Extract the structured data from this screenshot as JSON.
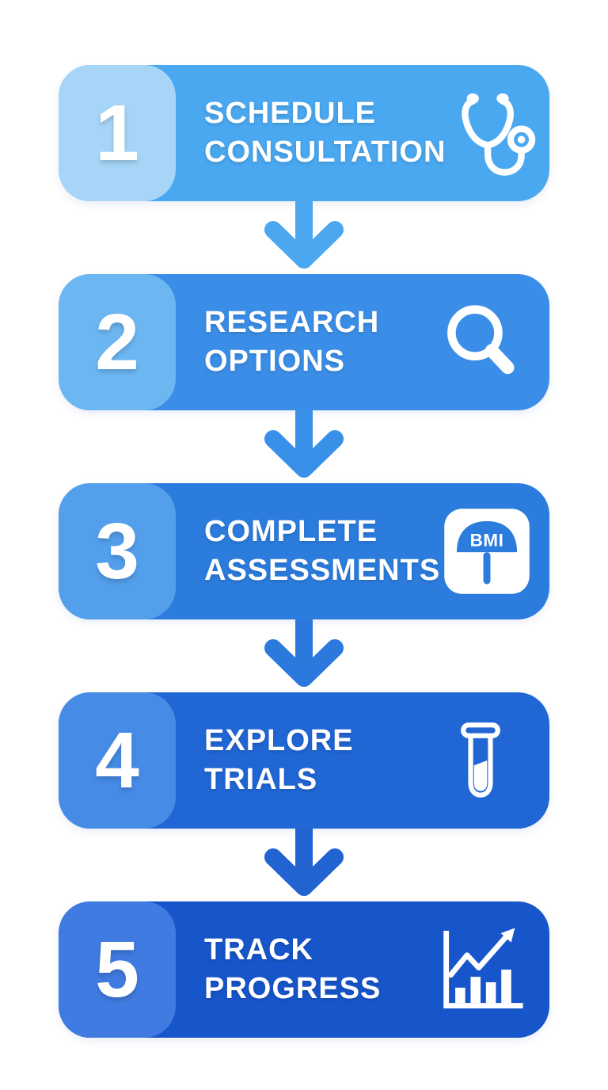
{
  "steps": [
    {
      "number": "1",
      "title_line1": "SCHEDULE",
      "title_line2": "CONSULTATION",
      "icon": "stethoscope-icon",
      "colors": {
        "card": "#4AA8F0",
        "tile": "#A6D5F7"
      }
    },
    {
      "number": "2",
      "title_line1": "RESEARCH",
      "title_line2": "OPTIONS",
      "icon": "magnifier-icon",
      "colors": {
        "card": "#3B8EE8",
        "tile": "#6CB6F2"
      }
    },
    {
      "number": "3",
      "title_line1": "COMPLETE",
      "title_line2": "ASSESSMENTS",
      "icon": "bmi-scale-icon",
      "icon_label": "BMI",
      "colors": {
        "card": "#2C7CDE",
        "tile": "#539FEC"
      }
    },
    {
      "number": "4",
      "title_line1": "EXPLORE",
      "title_line2": "TRIALS",
      "icon": "test-tube-icon",
      "colors": {
        "card": "#2166D5",
        "tile": "#468BE6"
      }
    },
    {
      "number": "5",
      "title_line1": "TRACK",
      "title_line2": "PROGRESS",
      "icon": "bar-chart-icon",
      "colors": {
        "card": "#1755CA",
        "tile": "#3F7BE0"
      }
    }
  ],
  "arrows": [
    {
      "color": "#4BA7F0"
    },
    {
      "color": "#3990E8"
    },
    {
      "color": "#2B79DC"
    },
    {
      "color": "#2263D2"
    }
  ]
}
